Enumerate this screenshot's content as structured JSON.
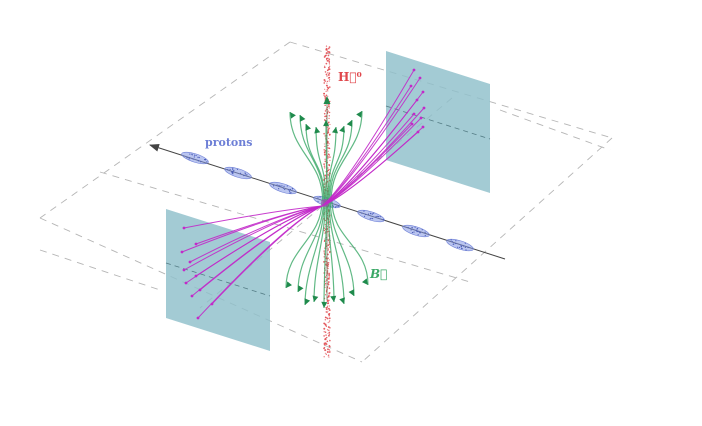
{
  "labels": {
    "protons": "protons",
    "magnetic_field": "B⃗",
    "hydrogen_beam": "H⃗⁰"
  },
  "colors": {
    "beam": "#6d7fd6",
    "proton_bunch": "#8296e3",
    "field_lines": "#3aa866",
    "field_arrows": "#1f8a4c",
    "trajectories": "#c229c9",
    "hydrogen": "#e0474c",
    "detector_panel": "#8fbfca",
    "grid": "#aaaaaa",
    "axis": "#444444",
    "background": "#ffffff"
  },
  "icons": {
    "beam_direction": "arrowhead-left-icon",
    "field_direction": "arrowhead-icon",
    "trajectory_end": "dot-icon"
  }
}
